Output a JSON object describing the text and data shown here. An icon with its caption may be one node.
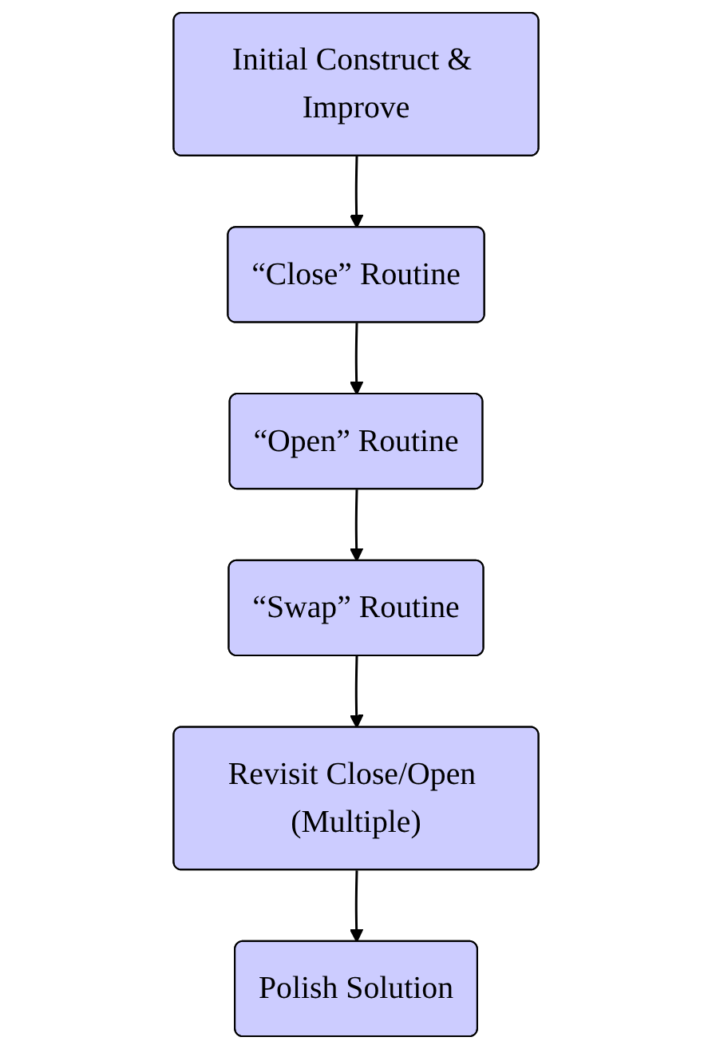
{
  "diagram": {
    "nodes": [
      {
        "text": [
          "Initial Construct & Improve"
        ]
      },
      {
        "text": [
          "“Close” Routine"
        ]
      },
      {
        "text": [
          "“Open” Routine"
        ]
      },
      {
        "text": [
          "“Swap” Routine"
        ]
      },
      {
        "text": [
          "Revisit Close/Open (Multiple)"
        ]
      },
      {
        "text": [
          "Polish Solution"
        ]
      }
    ],
    "edges": [
      {
        "from": 0,
        "to": 1,
        "arrow": "to"
      },
      {
        "from": 1,
        "to": 2,
        "arrow": "to"
      },
      {
        "from": 2,
        "to": 3,
        "arrow": "to"
      },
      {
        "from": 3,
        "to": 4,
        "arrow": "to"
      },
      {
        "from": 4,
        "to": 5,
        "arrow": "to"
      }
    ]
  }
}
